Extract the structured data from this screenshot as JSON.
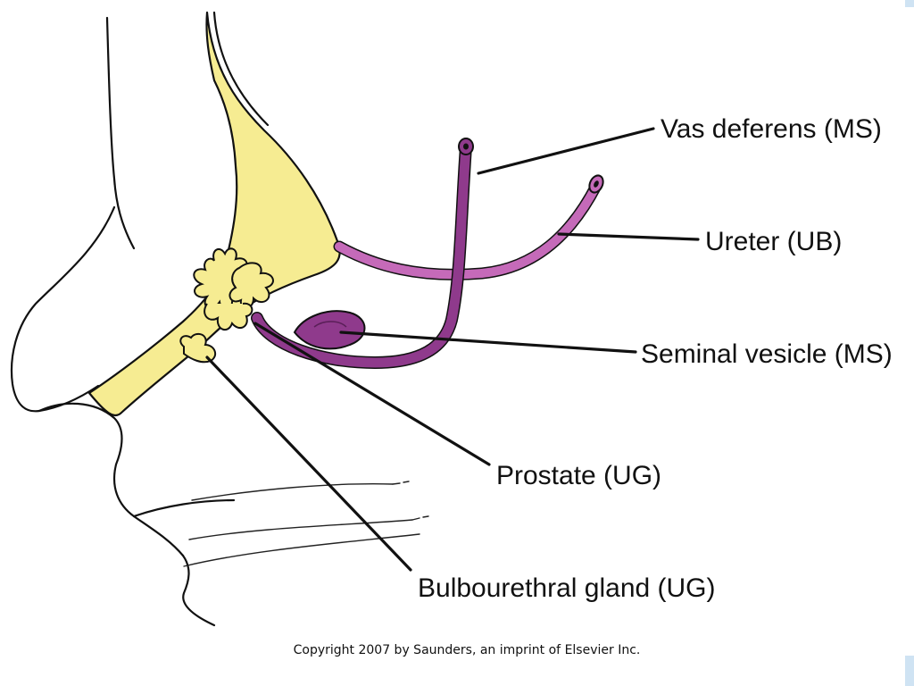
{
  "labels": {
    "vas_deferens": "Vas deferens (MS)",
    "ureter": "Ureter (UB)",
    "seminal_vesicle": "Seminal vesicle (MS)",
    "prostate": "Prostate (UG)",
    "bulbourethral_gland": "Bulbourethral gland (UG)"
  },
  "copyright": "Copyright 2007 by Saunders, an imprint of Elsevier Inc.",
  "colors": {
    "urogenital_yellow": "#f6ec92",
    "duct_magenta": "#8f3a8c",
    "ureter_pink": "#c56ab9",
    "outline": "#111111",
    "slide_edge": "#cfe3f3"
  }
}
